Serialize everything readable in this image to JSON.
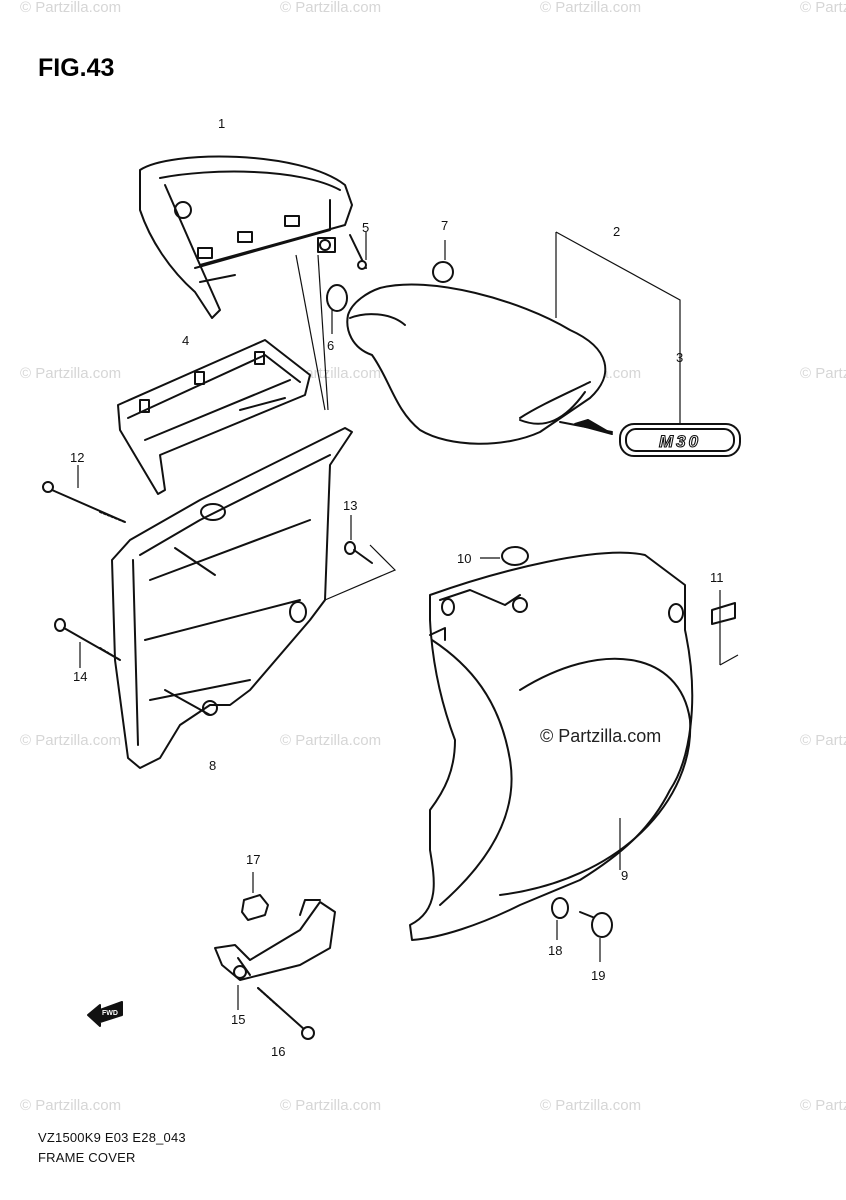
{
  "figure": {
    "title": "FIG.43",
    "code": "VZ1500K9 E03 E28_043",
    "name": "FRAME COVER"
  },
  "watermark": {
    "text": "© Partzilla.com"
  },
  "center_watermark": {
    "text": "© Partzilla.com"
  },
  "emblem": {
    "text": "M30"
  },
  "arrow_label": {
    "text": "FWD"
  },
  "callouts": {
    "c1": "1",
    "c2": "2",
    "c3": "3",
    "c4": "4",
    "c5": "5",
    "c6": "6",
    "c7": "7",
    "c8": "8",
    "c9": "9",
    "c10": "10",
    "c11": "11",
    "c12": "12",
    "c13": "13",
    "c14": "14",
    "c15": "15",
    "c16": "16",
    "c17": "17",
    "c18": "18",
    "c19": "19"
  }
}
